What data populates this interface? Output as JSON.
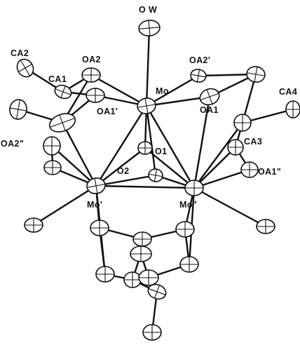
{
  "labels": {
    "ow": "O W",
    "ca2": "CA2",
    "oa2": "OA2",
    "ca1": "CA1",
    "oa1p": "OA1'",
    "mo_top": "Mo",
    "oa2p": "OA2'",
    "oa1": "OA1",
    "ca4": "CA4",
    "oa2pp": "OA2\"",
    "ca3": "CA3",
    "o1": "O1",
    "o2": "O2",
    "oa1pp": "OA1\"",
    "mo_left": "Mo'",
    "mo_right": "Mo\""
  },
  "colors": {
    "ink": "#111111",
    "paper": "#ffffff"
  }
}
